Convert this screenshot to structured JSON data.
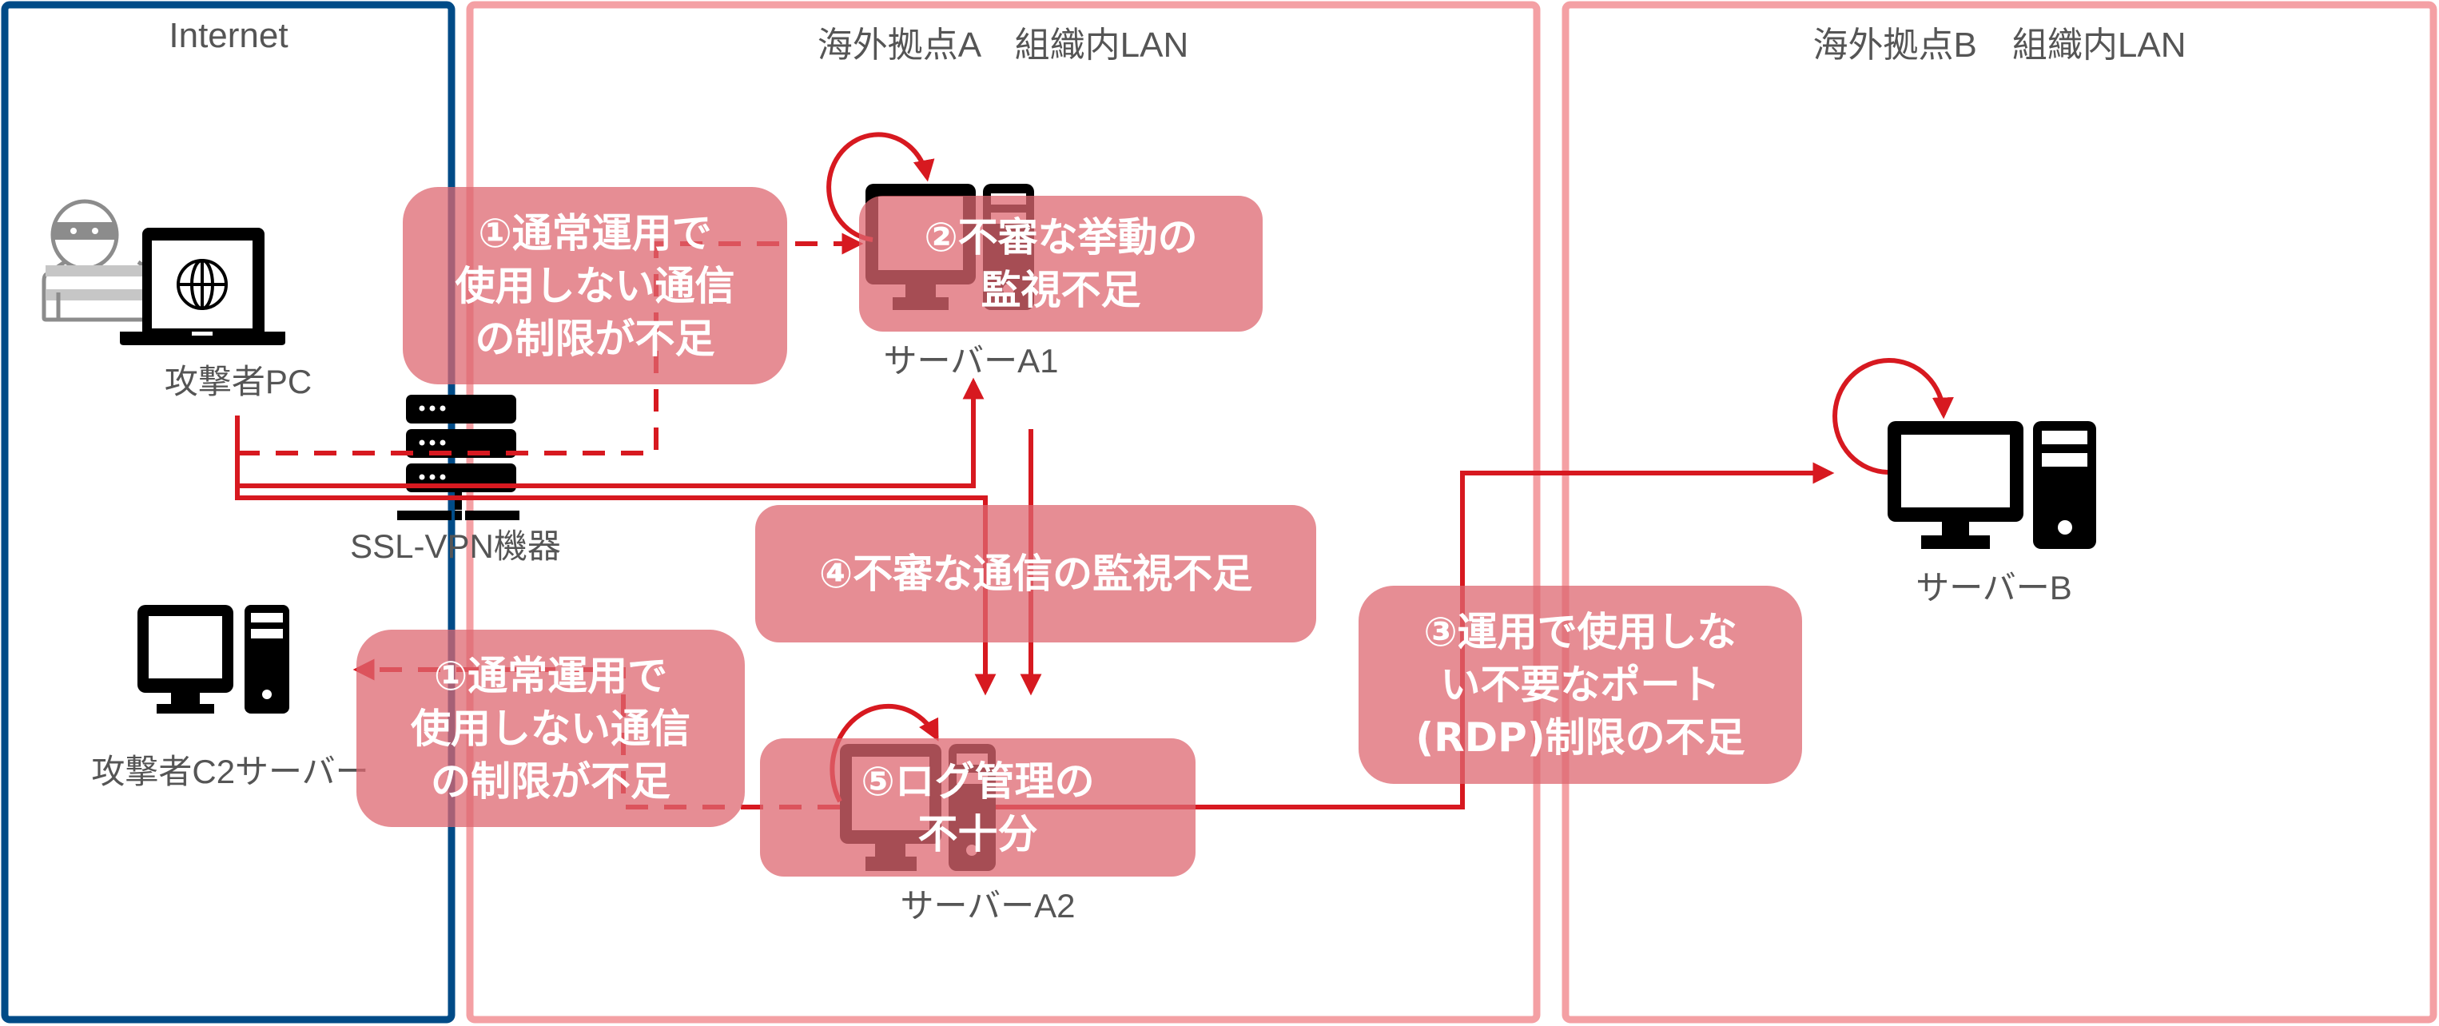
{
  "regions": {
    "internet": {
      "title": "Internet",
      "border_color": "#004b87"
    },
    "site_a": {
      "title": "海外拠点A　組織内LAN",
      "border_color": "#f4a0a4"
    },
    "site_b": {
      "title": "海外拠点B　組織内LAN",
      "border_color": "#f4a0a4"
    }
  },
  "devices": {
    "attacker_pc": {
      "label": "攻撃者PC",
      "icon": "laptop-globe-icon"
    },
    "attacker_person": {
      "icon": "masked-attacker-icon"
    },
    "ssl_vpn": {
      "label": "SSL-VPN機器",
      "icon": "server-rack-icon"
    },
    "c2_server": {
      "label": "攻撃者C2サーバー",
      "icon": "desktop-pc-icon"
    },
    "server_a1": {
      "label": "サーバーA1",
      "icon": "desktop-pc-icon"
    },
    "server_a2": {
      "label": "サーバーA2",
      "icon": "desktop-pc-icon"
    },
    "server_b": {
      "label": "サーバーB",
      "icon": "desktop-pc-icon"
    }
  },
  "callouts": {
    "c1_top": {
      "lines": [
        "①通常運用で",
        "使用しない通信",
        "の制限が不足"
      ]
    },
    "c2": {
      "lines": [
        "②不審な挙動の",
        "監視不足"
      ]
    },
    "c3": {
      "lines": [
        "③運用で使用しな",
        "い不要なポート",
        "(RDP)制限の不足"
      ]
    },
    "c4": {
      "lines": [
        "④不審な通信の監視不足"
      ]
    },
    "c5": {
      "lines": [
        "⑤ログ管理の",
        "不十分"
      ]
    },
    "c1_bottom": {
      "lines": [
        "①通常運用で",
        "使用しない通信",
        "の制限が不足"
      ]
    }
  },
  "colors": {
    "arrow": "#d71920",
    "callout_fill": "#e26c74",
    "label_text": "#555555",
    "icon": "#000000"
  }
}
